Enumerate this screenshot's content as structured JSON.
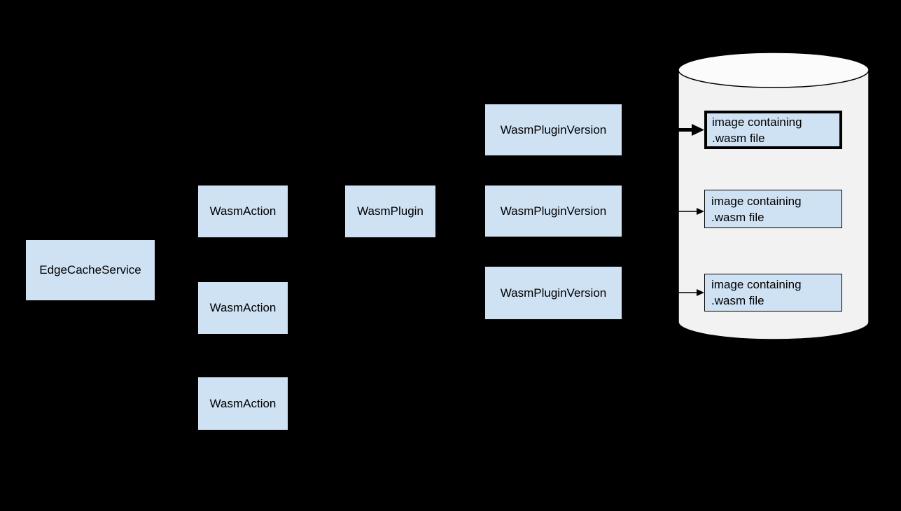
{
  "diagram": {
    "type": "architecture-diagram",
    "colors": {
      "background": "#000000",
      "node_fill": "#cfe2f3",
      "cylinder_body_fill": "#f2f2f2",
      "cylinder_top_fill": "#fbfbfb",
      "outline": "#000000",
      "text": "#000000"
    },
    "nodes": {
      "edge_cache_service": {
        "label": "EdgeCacheService"
      },
      "wasm_action_1": {
        "label": "WasmAction"
      },
      "wasm_action_2": {
        "label": "WasmAction"
      },
      "wasm_action_3": {
        "label": "WasmAction"
      },
      "wasm_plugin": {
        "label": "WasmPlugin"
      },
      "wasm_plugin_version_1": {
        "label": "WasmPluginVersion"
      },
      "wasm_plugin_version_2": {
        "label": "WasmPluginVersion"
      },
      "wasm_plugin_version_3": {
        "label": "WasmPluginVersion"
      }
    },
    "registry": {
      "shape": "cylinder",
      "images": {
        "image_1": {
          "label": "image containing .wasm file",
          "emphasized": true
        },
        "image_2": {
          "label": "image containing .wasm file",
          "emphasized": false
        },
        "image_3": {
          "label": "image containing .wasm file",
          "emphasized": false
        }
      }
    }
  }
}
